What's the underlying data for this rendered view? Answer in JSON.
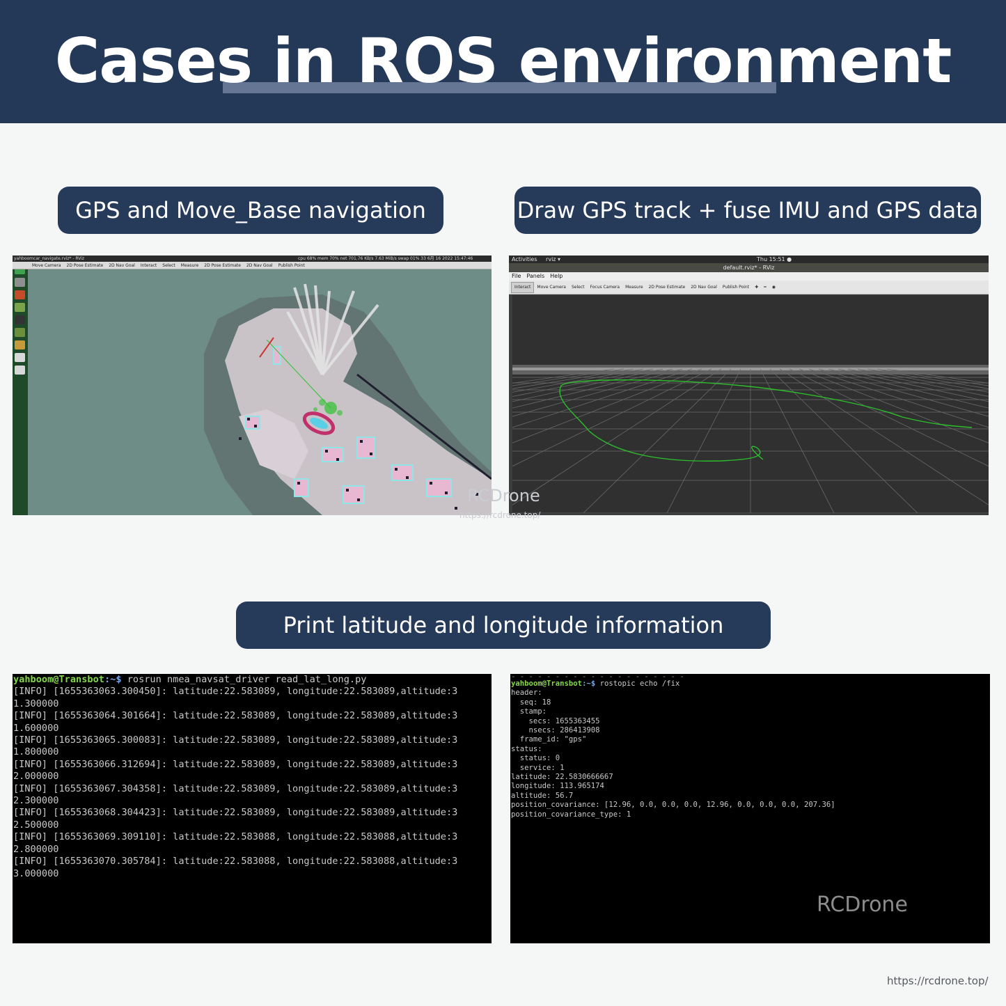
{
  "banner": {
    "title": "Cases in ROS environment",
    "bg_color": "#243858"
  },
  "section_labels": {
    "gps_nav": "GPS and Move_Base navigation",
    "gps_track": "Draw GPS track + fuse IMU and GPS data",
    "print_latlong": "Print latitude and longitude information"
  },
  "rviz_navigate": {
    "window_title": "yahboomcar_navigate.rviz* - RViz",
    "status_text": "cpu 68% mem 70% net 701.76 KB/s  7.63 MiB/s swap 01%  33 6月 16 2022  15:47:46",
    "tools": [
      "Move Camera",
      "2D Pose Estimate",
      "2D Nav Goal",
      "Interact",
      "Select",
      "Measure",
      "2D Pose Estimate",
      "2D Nav Goal",
      "Publish Point"
    ],
    "launcher_colors": [
      "#3fa34d",
      "#8f8f8f",
      "#c44a2a",
      "#7aa34a",
      "#333333",
      "#6b8f3a",
      "#c49a3a",
      "#d8d8d8",
      "#d8d8d8"
    ],
    "launcher_icons": [
      "ubuntu-icon",
      "files-icon",
      "settings-icon",
      "browser-icon",
      "terminal-icon",
      "app-icon",
      "photos-icon",
      "rviz-icon",
      "disk-icon"
    ]
  },
  "rviz_gps": {
    "activities": "Activities",
    "app_menu": "rviz ▾",
    "clock": "Thu 15:51 ●",
    "window_title": "default.rviz* - RViz",
    "menu": [
      "File",
      "Panels",
      "Help"
    ],
    "tools": [
      "Interact",
      "Move Camera",
      "Select",
      "Focus Camera",
      "Measure",
      "2D Pose Estimate",
      "2D Nav Goal",
      "Publish Point",
      "✚",
      "━",
      "◉"
    ],
    "track_color": "#2bbf2b"
  },
  "watermark": {
    "brand": "RCDrone",
    "url": "https://rcdrone.top/"
  },
  "terminal_latlong": {
    "user": "yahboom@Transbot",
    "path": ":~$",
    "command": " rosrun nmea_navsat_driver read_lat_long.py",
    "lines": [
      "[INFO] [1655363063.300450]: latitude:22.583089, longitude:22.583089,altitude:3",
      "1.300000",
      "[INFO] [1655363064.301664]: latitude:22.583089, longitude:22.583089,altitude:3",
      "1.600000",
      "[INFO] [1655363065.300083]: latitude:22.583089, longitude:22.583089,altitude:3",
      "1.800000",
      "[INFO] [1655363066.312694]: latitude:22.583089, longitude:22.583089,altitude:3",
      "2.000000",
      "[INFO] [1655363067.304358]: latitude:22.583089, longitude:22.583089,altitude:3",
      "2.300000",
      "[INFO] [1655363068.304423]: latitude:22.583089, longitude:22.583089,altitude:3",
      "2.500000",
      "[INFO] [1655363069.309110]: latitude:22.583088, longitude:22.583088,altitude:3",
      "2.800000",
      "[INFO] [1655363070.305784]: latitude:22.583088, longitude:22.583088,altitude:3",
      "3.000000"
    ]
  },
  "terminal_fix": {
    "dashes": "- - - - - - - - - - - - - - - - - - - -",
    "user": "yahboom@Transbot",
    "path": ":~$",
    "command": " rostopic echo /fix",
    "lines": [
      "header:",
      "  seq: 18",
      "  stamp:",
      "    secs: 1655363455",
      "    nsecs: 286413908",
      "  frame_id: \"gps\"",
      "status:",
      "  status: 0",
      "  service: 1",
      "latitude: 22.5830666667",
      "longitude: 113.965174",
      "altitude: 56.7",
      "position_covariance: [12.96, 0.0, 0.0, 0.0, 12.96, 0.0, 0.0, 0.0, 207.36]",
      "position_covariance_type: 1"
    ],
    "watermark": "RCDrone"
  },
  "footer": {
    "url": "https://rcdrone.top/"
  }
}
